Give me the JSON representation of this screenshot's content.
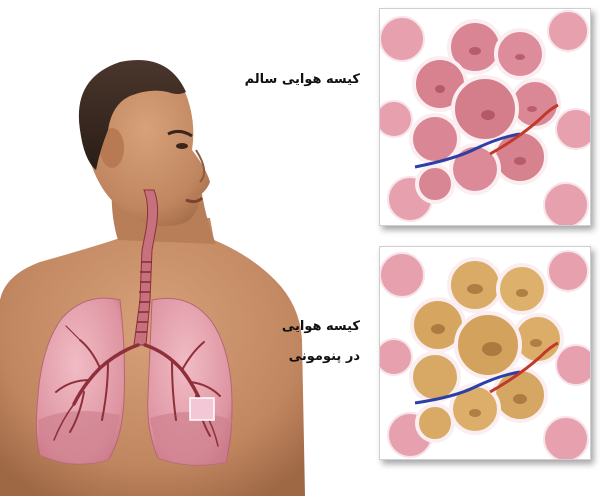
{
  "labels": {
    "healthy": "کیسه هوایی سالم",
    "pneumonia_line1": "کیسه هوایی",
    "pneumonia_line2": "در پنومونی"
  },
  "colors": {
    "background": "#ffffff",
    "skin": "#c9926a",
    "skin_shadow": "#a46c48",
    "hair": "#3a2a22",
    "lung": "#e6a6b0",
    "lung_dark": "#c66f7d",
    "bronchi": "#8e2f3a",
    "alveolus": "#e7a0ad",
    "alveolus_wall": "#f6dde3",
    "pus_fill": "#d9ab67",
    "vein": "#2b3fa6",
    "artery": "#c0392b"
  }
}
